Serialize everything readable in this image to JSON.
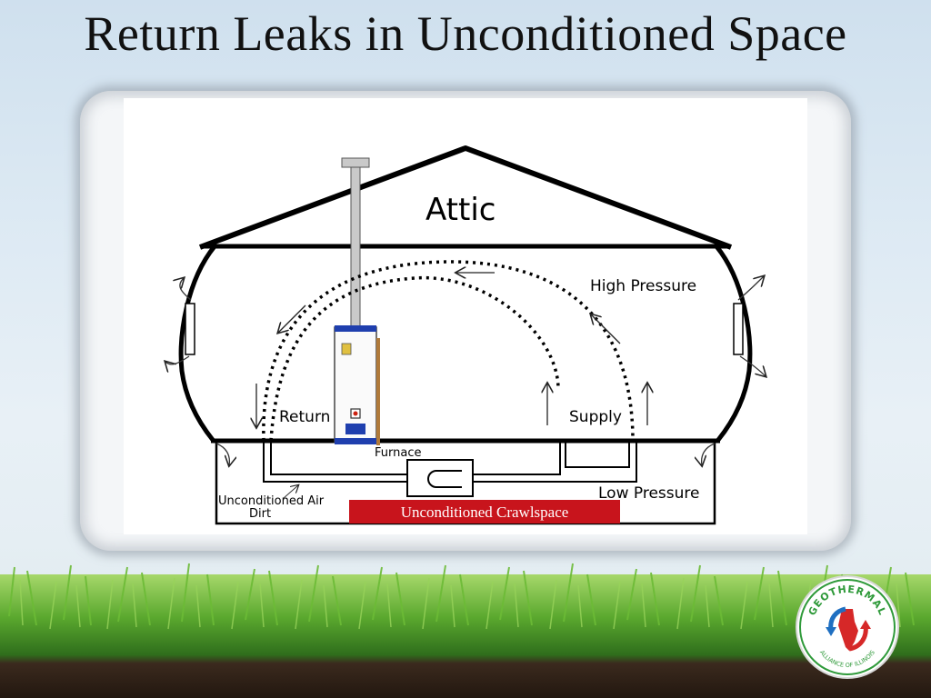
{
  "slide": {
    "title": "Return Leaks in Unconditioned Space"
  },
  "diagram": {
    "attic_label": "Attic",
    "high_pressure_label": "High Pressure",
    "low_pressure_label": "Low Pressure",
    "return_label": "Return",
    "supply_label": "Supply",
    "furnace_label": "Furnace",
    "unconditioned_air_label": "Unconditioned Air",
    "dirt_label": "Dirt",
    "crawlspace_banner": "Unconditioned Crawlspace"
  },
  "logo": {
    "top_text": "GEOTHERMAL",
    "bottom_text": "ALLIANCE OF ILLINOIS"
  },
  "colors": {
    "banner_red": "#c8141c",
    "furnace_blue": "#1f3fae",
    "logo_green": "#2f9a3a",
    "logo_red": "#d62828",
    "logo_blue": "#1f6fc1"
  }
}
